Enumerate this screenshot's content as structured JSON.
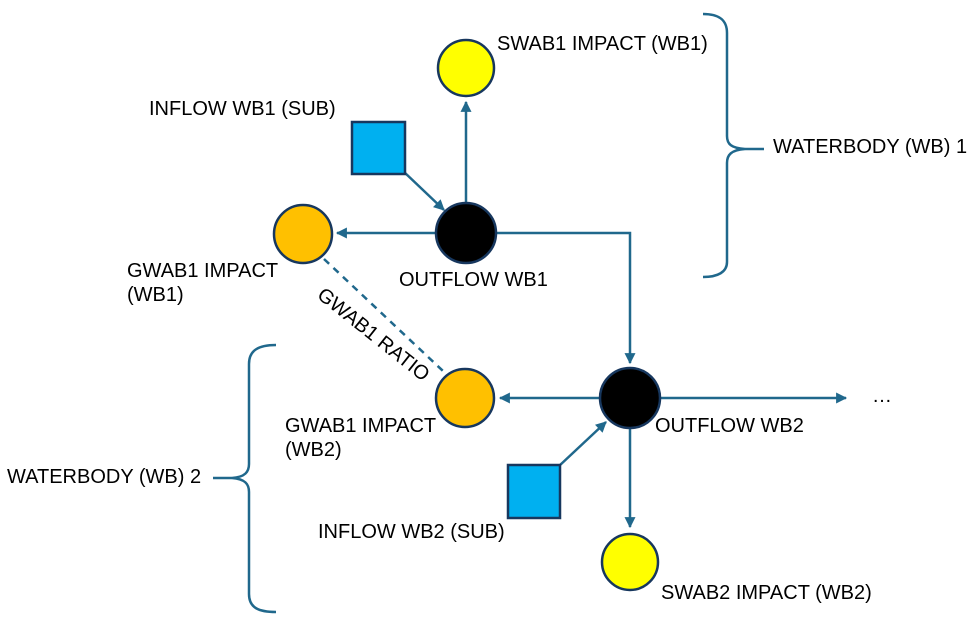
{
  "diagram": {
    "type": "flow-diagram",
    "subject": "Waterbody inflow/outflow impact schematic",
    "colors": {
      "background": "#ffffff",
      "connector_line": "#20688C",
      "node_border": "#17375E",
      "inflow_square_fill": "#00B0F0",
      "outflow_circle_fill": "#000000",
      "surface_impact_fill": "#FFFF00",
      "ground_impact_fill": "#FFC000",
      "text": "#000000"
    },
    "labels": {
      "swab1": "SWAB1 IMPACT (WB1)",
      "inflow1": "INFLOW WB1 (SUB)",
      "gwab1_wb1_line1": "GWAB1 IMPACT",
      "gwab1_wb1_line2": "(WB1)",
      "outflow1": "OUTFLOW WB1",
      "ratio": "GWAB1 RATIO",
      "gwab1_wb2_line1": "GWAB1 IMPACT",
      "gwab1_wb2_line2": "(WB2)",
      "outflow2": "OUTFLOW WB2",
      "inflow2": "INFLOW WB2 (SUB)",
      "swab2": "SWAB2 IMPACT (WB2)",
      "ellipsis": "…",
      "waterbody1": "WATERBODY (WB) 1",
      "waterbody2": "WATERBODY (WB) 2"
    },
    "nodes": [
      {
        "id": "swab1-impact-node",
        "shape": "circle",
        "fill": "#FFFF00"
      },
      {
        "id": "inflow-wb1-node",
        "shape": "square",
        "fill": "#00B0F0"
      },
      {
        "id": "outflow-wb1-node",
        "shape": "circle",
        "fill": "#000000"
      },
      {
        "id": "gwab1-impact-wb1-node",
        "shape": "circle",
        "fill": "#FFC000"
      },
      {
        "id": "gwab1-impact-wb2-node",
        "shape": "circle",
        "fill": "#FFC000"
      },
      {
        "id": "outflow-wb2-node",
        "shape": "circle",
        "fill": "#000000"
      },
      {
        "id": "inflow-wb2-node",
        "shape": "square",
        "fill": "#00B0F0"
      },
      {
        "id": "swab2-impact-node",
        "shape": "circle",
        "fill": "#FFFF00"
      }
    ],
    "connections": [
      {
        "from": "outflow-wb1-node",
        "to": "swab1-impact-node",
        "style": "solid-arrow"
      },
      {
        "from": "inflow-wb1-node",
        "to": "outflow-wb1-node",
        "style": "solid-arrow"
      },
      {
        "from": "outflow-wb1-node",
        "to": "gwab1-impact-wb1-node",
        "style": "solid-arrow"
      },
      {
        "from": "outflow-wb1-node",
        "to": "outflow-wb2-node",
        "style": "solid-arrow-elbow"
      },
      {
        "from": "gwab1-impact-wb1-node",
        "to": "gwab1-impact-wb2-node",
        "style": "dashed",
        "label": "GWAB1 RATIO"
      },
      {
        "from": "outflow-wb2-node",
        "to": "gwab1-impact-wb2-node",
        "style": "solid-arrow"
      },
      {
        "from": "inflow-wb2-node",
        "to": "outflow-wb2-node",
        "style": "solid-arrow"
      },
      {
        "from": "outflow-wb2-node",
        "to": "continuation",
        "style": "solid-arrow"
      },
      {
        "from": "outflow-wb2-node",
        "to": "swab2-impact-node",
        "style": "solid-arrow"
      }
    ]
  }
}
